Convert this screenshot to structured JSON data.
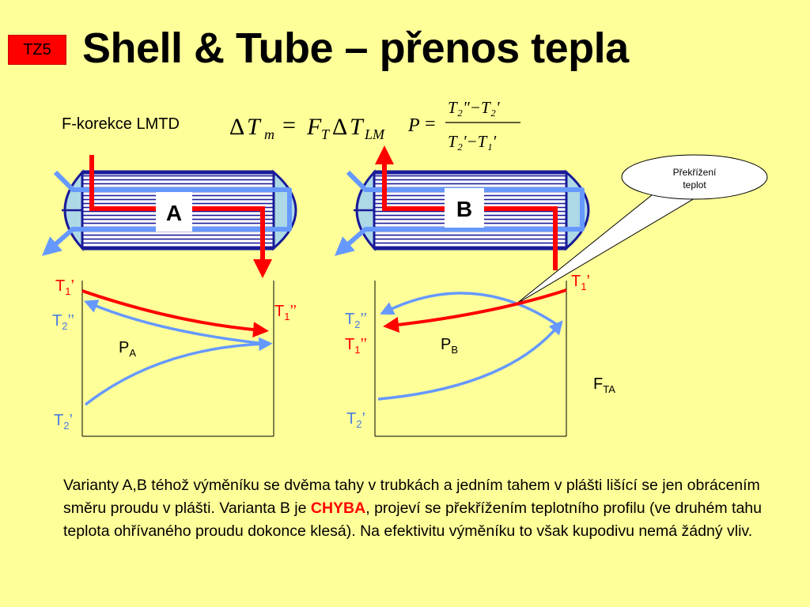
{
  "slide": {
    "badge": "TZ5",
    "title": "Shell & Tube – přenos tepla",
    "f_label": "F-korekce LMTD"
  },
  "formula": {
    "delta": "Δ",
    "T": "T",
    "m": "m",
    "eq": "=",
    "F": "F",
    "LM": "LM",
    "P": "P",
    "num": "T₂\"−T₂'",
    "den": "T₂'−T₁'"
  },
  "exchangers": {
    "a_label": "A",
    "b_label": "B"
  },
  "callout": {
    "line1": "Překřížení",
    "line2": "teplot"
  },
  "graph_a": {
    "t1p": "T",
    "t1p_sub": "1",
    "t1p_mark": "’",
    "t2pp": "T",
    "t2pp_sub": "2",
    "t2pp_mark": "’’",
    "t1pp": "T",
    "t1pp_sub": "1",
    "t1pp_mark": "’’",
    "t2p": "T",
    "t2p_sub": "2",
    "t2p_mark": "’",
    "p": "P",
    "p_sub": "A"
  },
  "graph_b": {
    "t1p": "T",
    "t1p_sub": "1",
    "t1p_mark": "’",
    "t2pp": "T",
    "t2pp_sub": "2",
    "t2pp_mark": "’’",
    "t1pp": "T",
    "t1pp_sub": "1",
    "t1pp_mark": "’’",
    "t2p": "T",
    "t2p_sub": "2",
    "t2p_mark": "’",
    "p": "P",
    "p_sub": "B",
    "fta": "F",
    "fta_sub": "TA"
  },
  "text": {
    "part1": "Varianty A,B téhož výměníku se dvěma tahy v trubkách a jedním tahem v plášti lišící se jen obrácením směru proudu v plášti. Varianta B je ",
    "highlight": "CHYBA",
    "part2": ", projeví se překřížením teplotního profilu (ve druhém tahu teplota ohřívaného proudu dokonce klesá). Na efektivitu výměníku to však kupodivu nemá žádný vliv."
  },
  "colors": {
    "hot": "#ff0000",
    "cold": "#6699ff",
    "shell": "#1a1a99",
    "background": "#ffff99"
  }
}
